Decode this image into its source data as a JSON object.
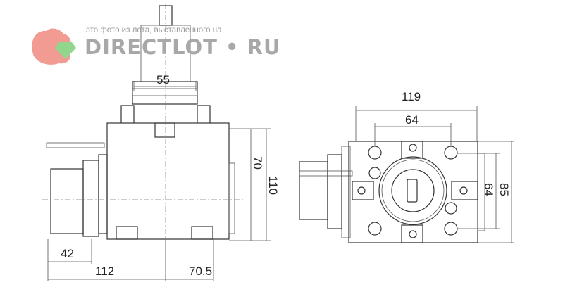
{
  "watermark": {
    "caption": "это фото из лота, выставленного на",
    "brand": "DIRECTLOT • RU",
    "logo_colors": {
      "squirrel": "#f08a80",
      "gem": "#7fd07a"
    }
  },
  "side_view": {
    "dimensions": {
      "top_width": "55",
      "body_height": "70",
      "total_height": "110",
      "holder_length": "42",
      "left_length": "112",
      "right_length": "70.5"
    }
  },
  "end_view": {
    "dimensions": {
      "overall_width": "119",
      "bolt_spacing_horizontal": "64",
      "bolt_spacing_vertical": "64",
      "overall_height": "85"
    }
  }
}
